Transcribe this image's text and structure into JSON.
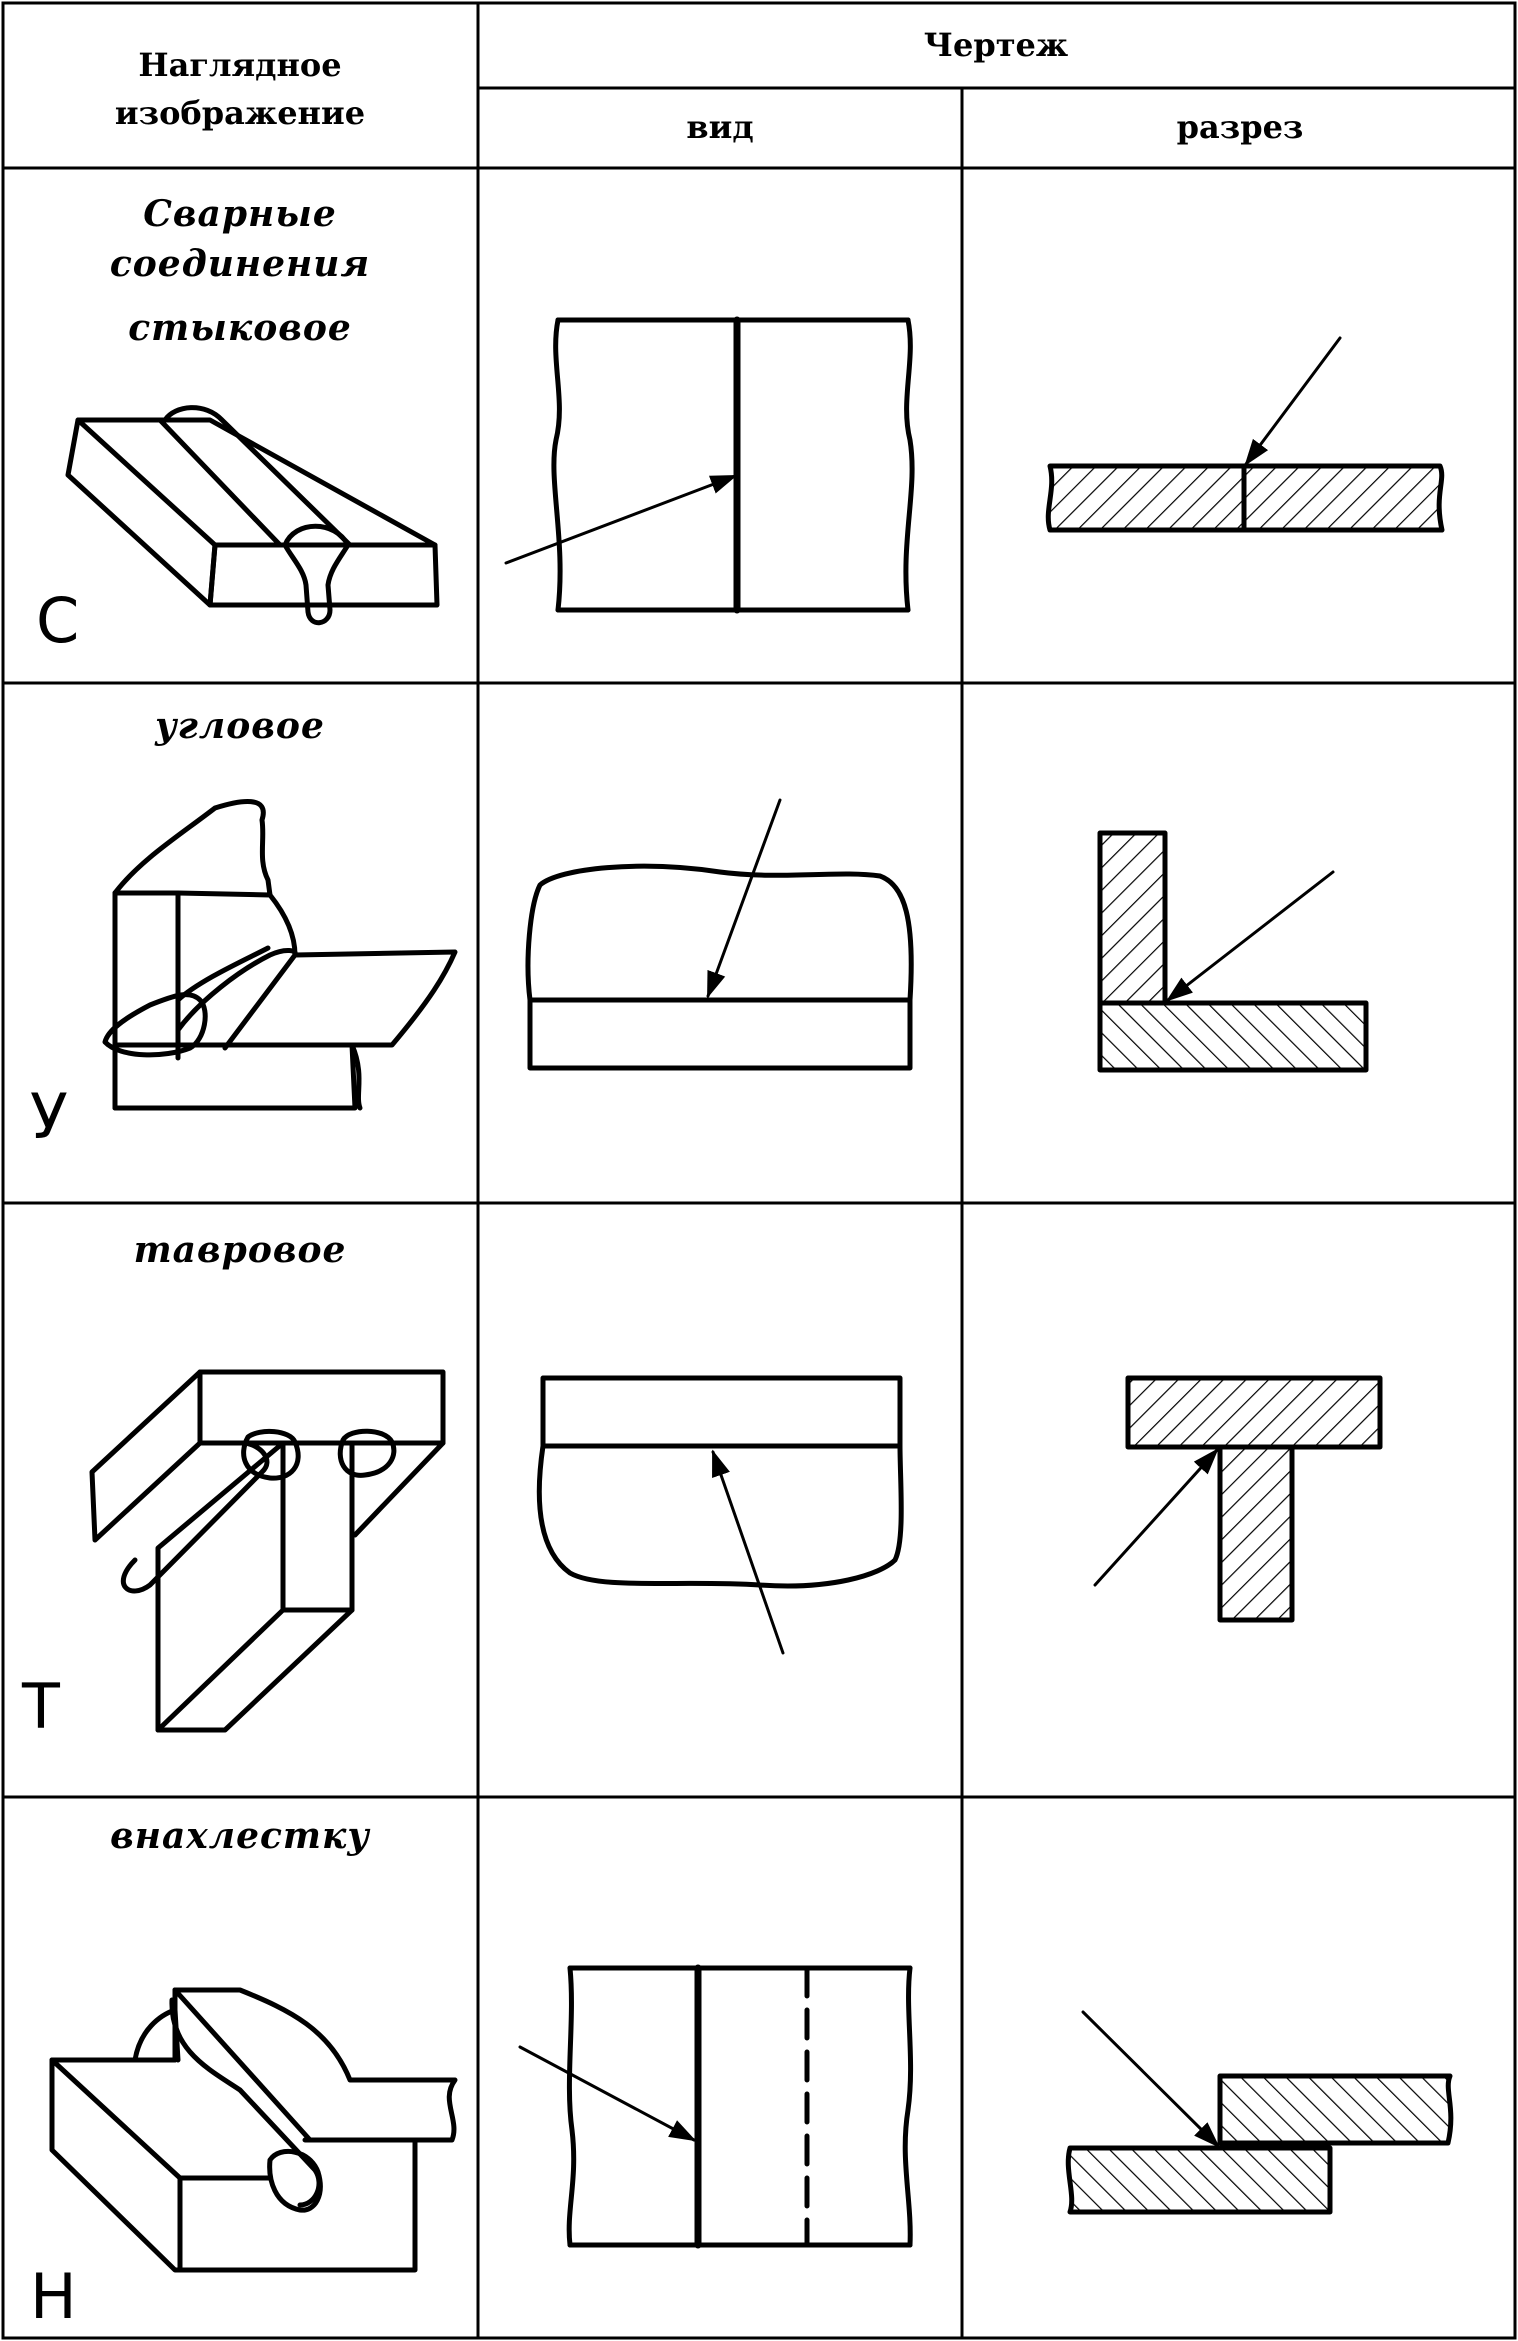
{
  "header": {
    "col_visual": "Наглядное изображение",
    "col_visual_line1": "Наглядное",
    "col_visual_line2": "изображение",
    "col_drawing": "Чертеж",
    "col_view": "вид",
    "col_section": "разрез"
  },
  "rows": [
    {
      "caption_lines": [
        "Сварные",
        "соединения",
        "стыковое"
      ],
      "letter": "С"
    },
    {
      "caption_lines": [
        "угловое"
      ],
      "letter": "У"
    },
    {
      "caption_lines": [
        "тавровое"
      ],
      "letter": "Т"
    },
    {
      "caption_lines": [
        "внахлестку"
      ],
      "letter": "Н"
    }
  ]
}
